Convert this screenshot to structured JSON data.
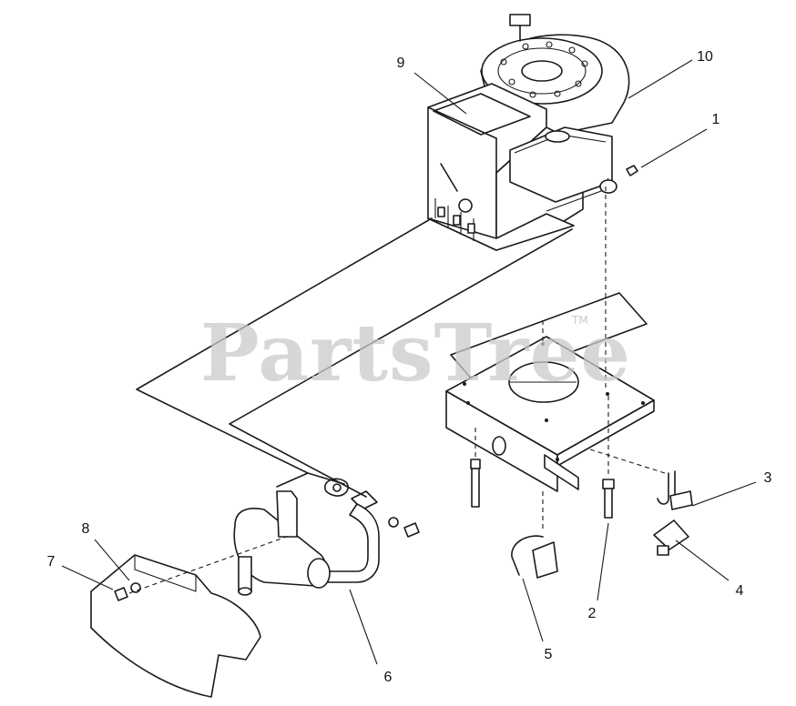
{
  "watermark": {
    "text": "PartsTree",
    "trademark": "TM"
  },
  "callouts": [
    {
      "label": "1",
      "part": "engine-mount-nut"
    },
    {
      "label": "2",
      "part": "mounting-bolt"
    },
    {
      "label": "3",
      "part": "j-bolt"
    },
    {
      "label": "4",
      "part": "bracket-with-nut"
    },
    {
      "label": "5",
      "part": "hook-bracket"
    },
    {
      "label": "6",
      "part": "exhaust-pipe"
    },
    {
      "label": "7",
      "part": "shield-screw"
    },
    {
      "label": "8",
      "part": "shield-washer"
    },
    {
      "label": "9",
      "part": "engine"
    },
    {
      "label": "10",
      "part": "flywheel-cover"
    }
  ]
}
